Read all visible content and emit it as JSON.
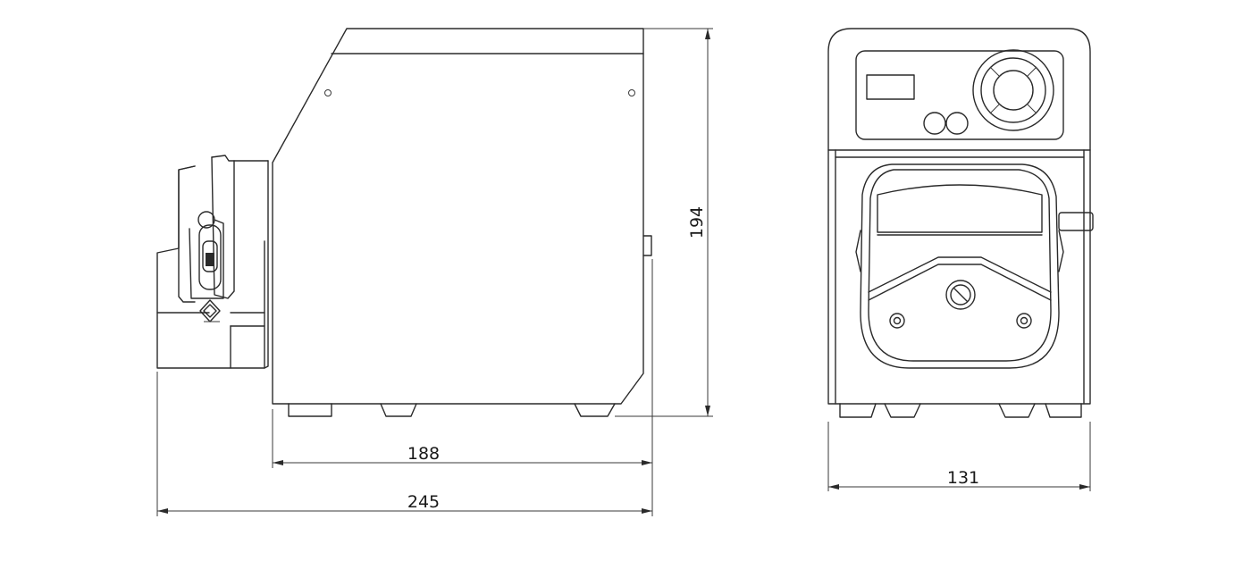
{
  "dimensions": {
    "body_depth": "188",
    "overall_depth": "245",
    "height": "194",
    "width": "131"
  },
  "colors": {
    "line": "#2a2a2a",
    "background": "#ffffff"
  }
}
